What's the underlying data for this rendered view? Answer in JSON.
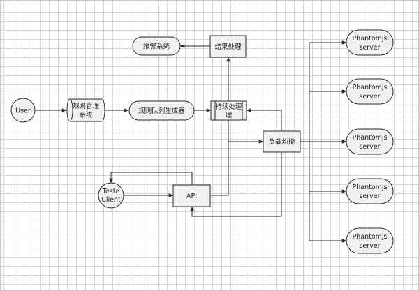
{
  "nodes": {
    "user": "User",
    "rule_mgmt": [
      "规则管理",
      "系统"
    ],
    "queue_gen": "规则队列生成器",
    "persist": [
      "持续处理",
      "理"
    ],
    "result": "结果处理",
    "alarm": "报警系统",
    "lb": "负载均衡",
    "api": "API",
    "test_client": [
      "Teste",
      "Client"
    ],
    "phantom": [
      "Phantomjs",
      "server"
    ]
  },
  "colors": {
    "grid": "#d6d6d6",
    "shape_fill": "#f1f1f1",
    "stroke": "#2b2b2b"
  }
}
